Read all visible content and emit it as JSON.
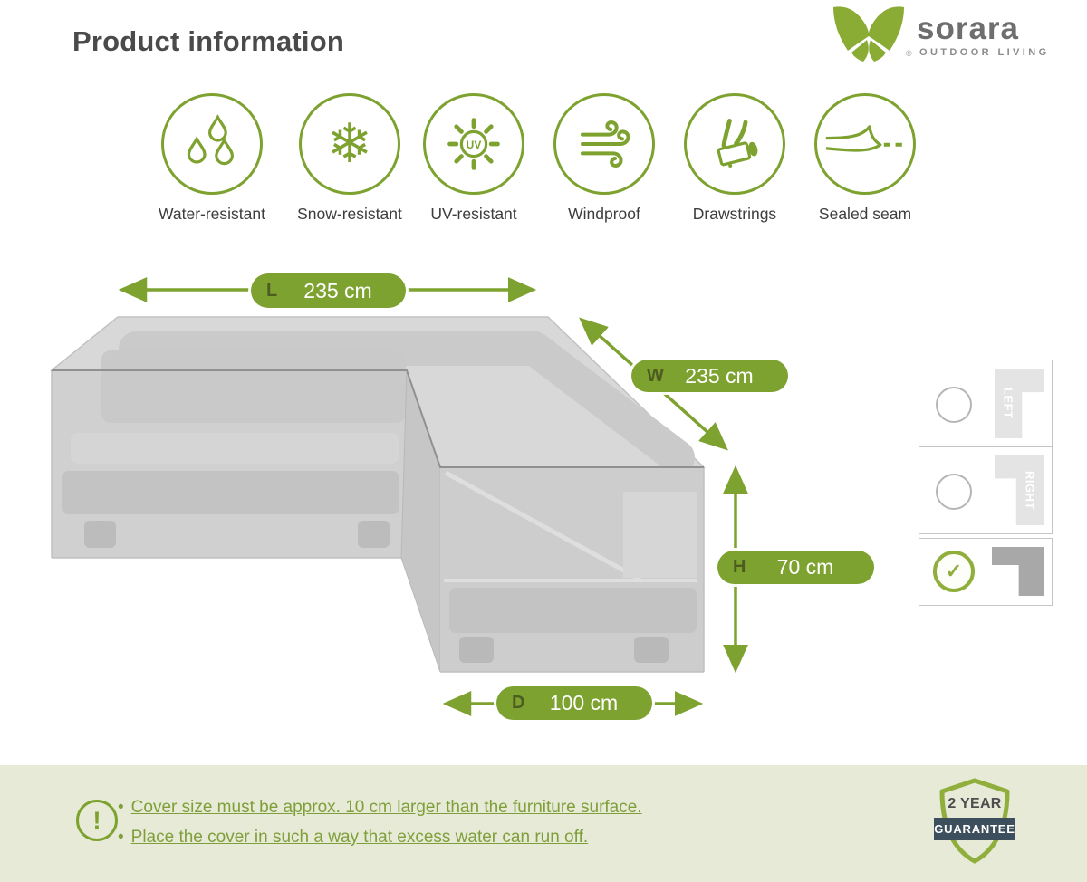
{
  "header": {
    "title": "Product information"
  },
  "brand": {
    "name": "sorara",
    "tagline": "OUTDOOR LIVING",
    "registered_mark": "®"
  },
  "features": [
    {
      "label": "Water-resistant",
      "icon": "water-drops-icon"
    },
    {
      "label": "Snow-resistant",
      "icon": "snowflake-icon"
    },
    {
      "label": "UV-resistant",
      "icon": "uv-sun-icon"
    },
    {
      "label": "Windproof",
      "icon": "wind-icon"
    },
    {
      "label": "Drawstrings",
      "icon": "drawstring-toggle-icon"
    },
    {
      "label": "Sealed seam",
      "icon": "sealed-seam-icon"
    }
  ],
  "icons": {
    "snowflake_glyph": "❄",
    "uv_text": "UV",
    "warning_glyph": "!",
    "check_glyph": "✓"
  },
  "dimensions": {
    "length": {
      "label": "L",
      "value": "235 cm"
    },
    "width": {
      "label": "W",
      "value": "235 cm"
    },
    "height": {
      "label": "H",
      "value": "70 cm"
    },
    "depth": {
      "label": "D",
      "value": "100 cm"
    }
  },
  "shape_selector": {
    "options": [
      {
        "label": "LEFT",
        "selected": false
      },
      {
        "label": "RIGHT",
        "selected": false
      },
      {
        "label": "",
        "selected": true
      }
    ]
  },
  "notes": {
    "bullet": "•",
    "items": [
      "Cover size must be approx. 10 cm larger than the furniture surface.",
      "Place the cover in such a way that excess water can run off."
    ]
  },
  "guarantee": {
    "years_label": "2 YEAR",
    "banner": "GUARANTEE"
  },
  "colors": {
    "accent_green": "#7da22f",
    "dark_olive": "#4d5c20",
    "logo_green": "#8aab34",
    "note_background": "#e6ead6",
    "guarantee_banner_navy": "#3d4e5c"
  }
}
